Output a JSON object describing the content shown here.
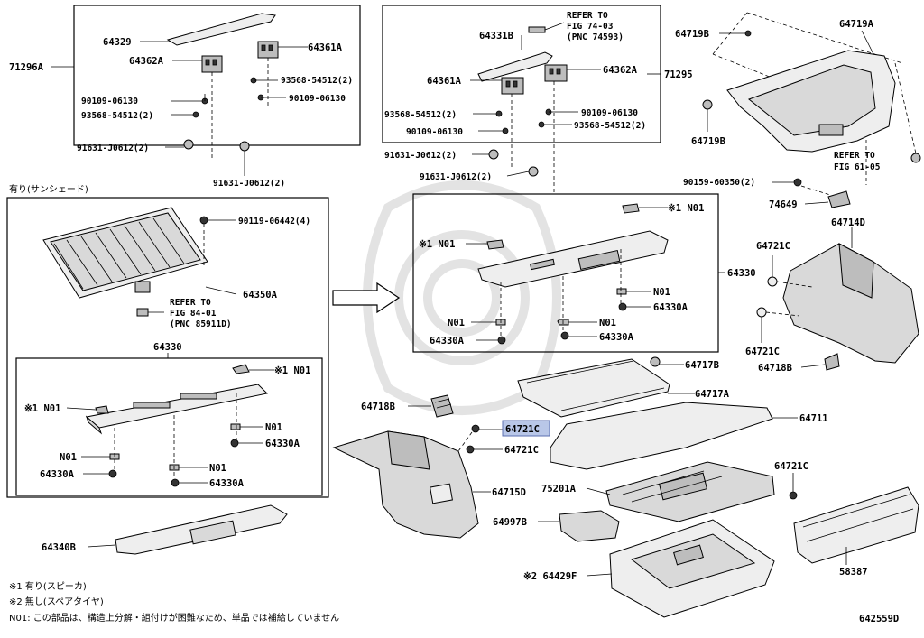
{
  "diagram_id": "642559D",
  "labels": {
    "l_64329": "64329",
    "l_64361A_tl": "64361A",
    "l_64362A_tl": "64362A",
    "l_71296A": "71296A",
    "l_93568_tl_r": "93568-54512(2)",
    "l_90109_tl_l": "90109-06130",
    "l_90109_tl_r": "90109-06130",
    "l_93568_tl_l": "93568-54512(2)",
    "l_91631_tl_l": "91631-J0612(2)",
    "l_91631_tl_b": "91631-J0612(2)",
    "l_64331B": "64331B",
    "l_refer7403": "REFER TO",
    "l_refer7403b": "FIG 74-03",
    "l_refer7403c": "(PNC 74593)",
    "l_64361A_tc": "64361A",
    "l_64362A_tc": "64362A",
    "l_71295": "71295",
    "l_93568_tc_l": "93568-54512(2)",
    "l_90109_tc_r": "90109-06130",
    "l_90109_tc_l": "90109-06130",
    "l_93568_tc_r": "93568-54512(2)",
    "l_91631_tc_1": "91631-J0612(2)",
    "l_91631_tc_2": "91631-J0612(2)",
    "l_64719B_t": "64719B",
    "l_64719A": "64719A",
    "l_64719B_b": "64719B",
    "l_refer6105": "REFER TO",
    "l_refer6105b": "FIG 61-05",
    "l_90159": "90159-60350(2)",
    "l_74649": "74649",
    "l_sunshade": "有り(サンシェード)",
    "l_90119": "90119-06442(4)",
    "l_64350A": "64350A",
    "l_refer8401": "REFER TO",
    "l_refer8401b": "FIG 84-01",
    "l_refer8401c": "(PNC 85911D)",
    "l_64330_left": "64330",
    "l_n01_l_tr": "※1 N01",
    "l_n01_l_tl": "※1 N01",
    "l_n01_l_m": "N01",
    "l_64330A_l_r": "64330A",
    "l_n01_l_l": "N01",
    "l_64330A_l_l": "64330A",
    "l_n01_l_b": "N01",
    "l_64330A_l_b": "64330A",
    "l_64340B": "64340B",
    "l_n01_c_tr": "※1 N01",
    "l_n01_c_tl": "※1 N01",
    "l_64330_center": "64330",
    "l_n01_c_r": "N01",
    "l_64330A_c_r": "64330A",
    "l_n01_c_l": "N01",
    "l_n01_c_m": "N01",
    "l_64330A_c_l": "64330A",
    "l_64330A_c_m": "64330A",
    "l_64714D": "64714D",
    "l_64721C_r1": "64721C",
    "l_64721C_r2": "64721C",
    "l_64718B_r": "64718B",
    "l_64717B": "64717B",
    "l_64717A": "64717A",
    "l_64718B_c": "64718B",
    "l_64721C_hl": "64721C",
    "l_64711": "64711",
    "l_64721C_c": "64721C",
    "l_64715D": "64715D",
    "l_75201A": "75201A",
    "l_64721C_br": "64721C",
    "l_64997B": "64997B",
    "l_64429F": "※2 64429F",
    "l_58387": "58387"
  },
  "legend": {
    "note1": "※1 有り(スピーカ)",
    "note2": "※2 無し(スペアタイヤ)",
    "note3": "N01: この部品は、構造上分解・組付けが困難なため、単品では補給していません"
  }
}
